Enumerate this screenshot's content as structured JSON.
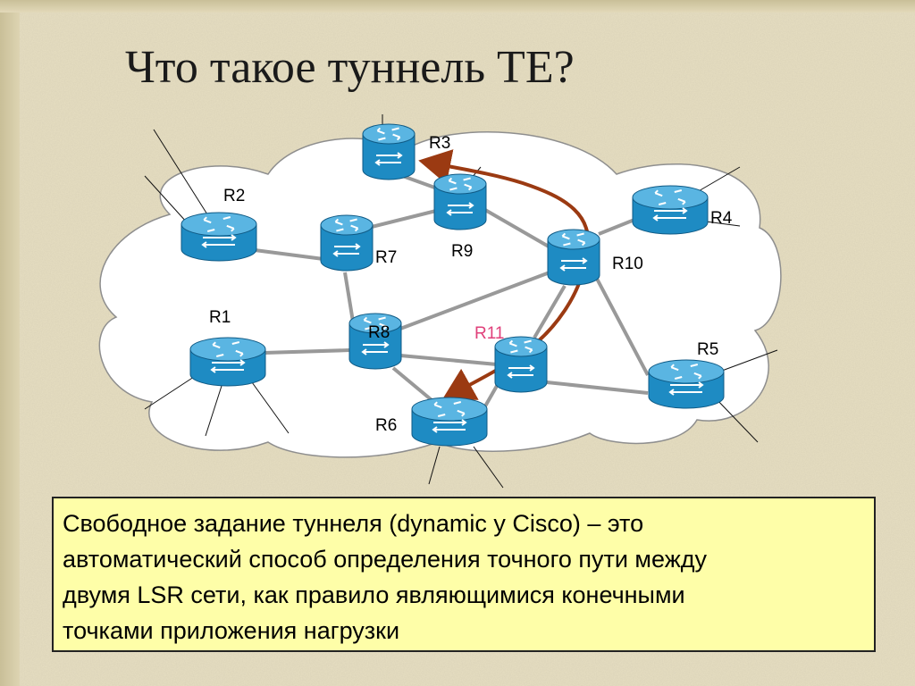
{
  "slide": {
    "title": "Что такое туннель ТЕ?",
    "description_lines": [
      "Свободное задание туннеля (dynamic у Cisco) – это",
      "автоматический способ определения точного пути между",
      "двумя LSR сети, как правило являющимися конечными",
      "точками приложения нагрузки"
    ]
  },
  "diagram": {
    "routers": [
      {
        "id": "R3",
        "label": "R3",
        "highlight": false
      },
      {
        "id": "R2",
        "label": "R2",
        "highlight": false
      },
      {
        "id": "R9",
        "label": "R9",
        "highlight": false
      },
      {
        "id": "R7",
        "label": "R7",
        "highlight": false
      },
      {
        "id": "R4",
        "label": "R4",
        "highlight": false
      },
      {
        "id": "R10",
        "label": "R10",
        "highlight": false
      },
      {
        "id": "R1",
        "label": "R1",
        "highlight": false
      },
      {
        "id": "R8",
        "label": "R8",
        "highlight": false
      },
      {
        "id": "R11",
        "label": "R11",
        "highlight": true
      },
      {
        "id": "R5",
        "label": "R5",
        "highlight": false
      },
      {
        "id": "R6",
        "label": "R6",
        "highlight": false
      }
    ],
    "links": [
      [
        "R3",
        "R9"
      ],
      [
        "R2",
        "R7"
      ],
      [
        "R7",
        "R9"
      ],
      [
        "R9",
        "R10"
      ],
      [
        "R10",
        "R4"
      ],
      [
        "R7",
        "R8"
      ],
      [
        "R8",
        "R10"
      ],
      [
        "R8",
        "R1"
      ],
      [
        "R8",
        "R11"
      ],
      [
        "R8",
        "R6"
      ],
      [
        "R10",
        "R11"
      ],
      [
        "R10",
        "R5"
      ],
      [
        "R11",
        "R5"
      ],
      [
        "R11",
        "R6"
      ]
    ],
    "tunnel_path": [
      "R6",
      "R11",
      "R10",
      "R9",
      "R3"
    ],
    "colors": {
      "cloud_fill": "#ffffff",
      "link": "#999999",
      "tunnel_arrow": "#9b3a12",
      "router_body": "#1e8bc3",
      "router_top": "#5ab5e2",
      "highlight_label": "#e0407a",
      "textbox_fill": "#fefea8"
    }
  }
}
